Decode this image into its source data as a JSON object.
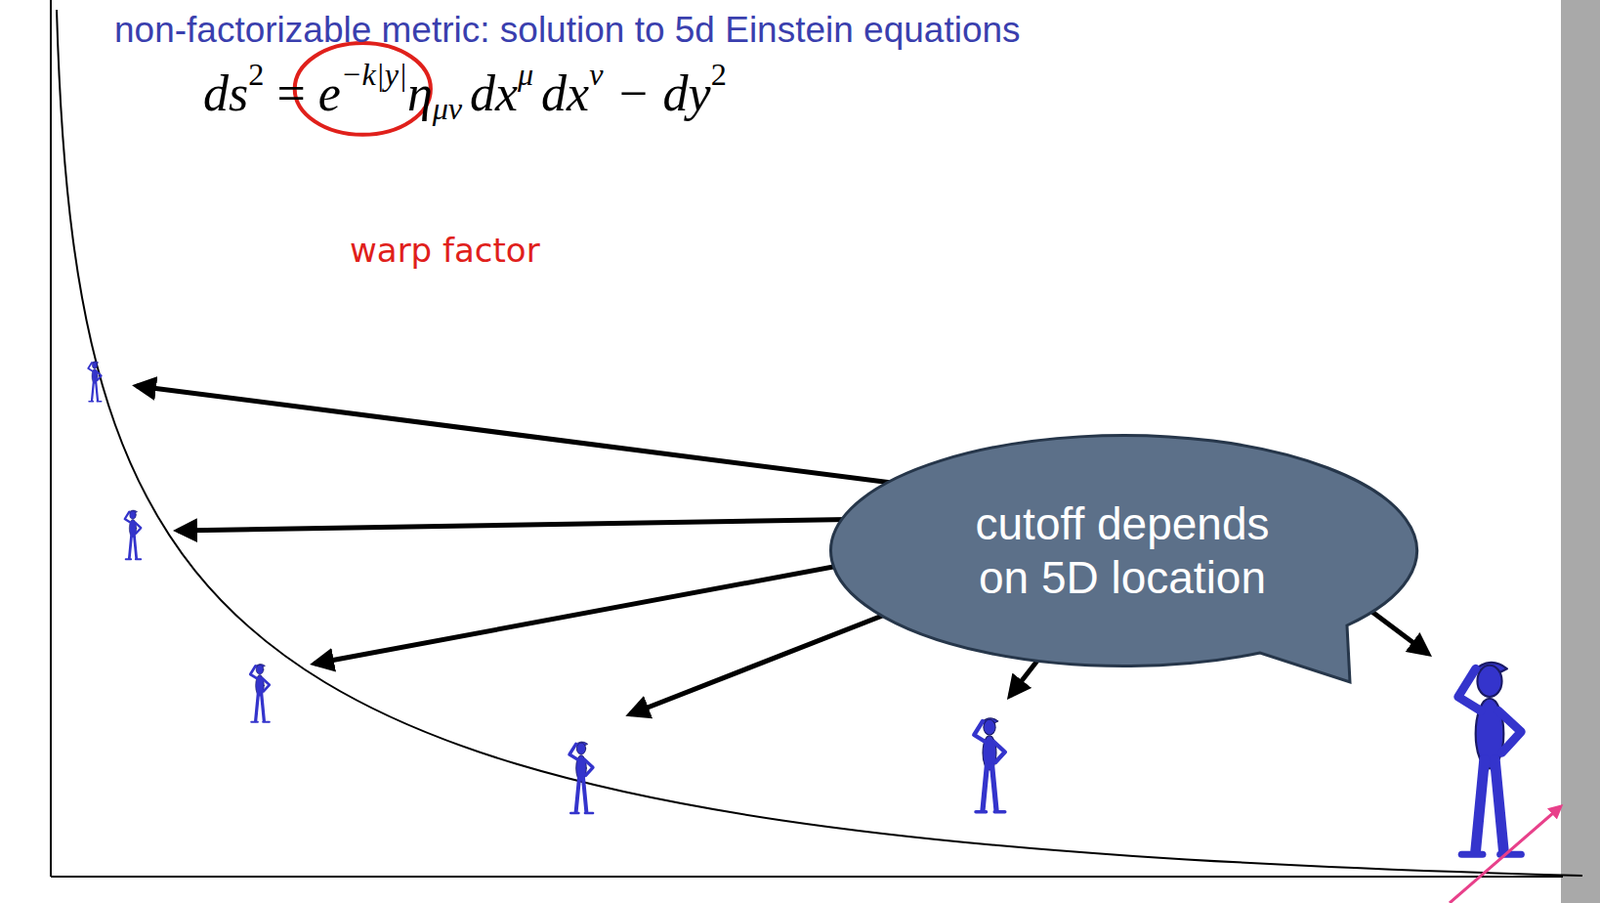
{
  "diagram": {
    "title": "non-factorizable metric: solution to 5d Einstein equations",
    "nodes": [
      {
        "text": [
          "cutoff depends on 5D location"
        ]
      }
    ],
    "labels": [
      "ds",
      "2",
      "=",
      "e",
      "−k|y|",
      "η",
      "μν",
      "dx",
      "μ",
      "dx",
      "ν",
      "− dy",
      "2",
      "warp factor"
    ]
  }
}
